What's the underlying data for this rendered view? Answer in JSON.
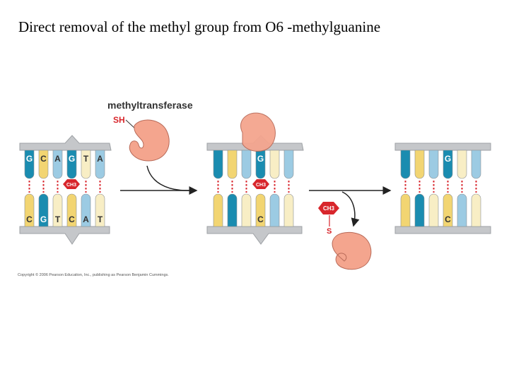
{
  "title": "Direct removal of the methyl group from O6 -methylguanine",
  "diagram": {
    "enzyme_label": "methyltransferase",
    "sh_label": "SH",
    "s_label": "S",
    "ch3_label": "CH3",
    "panel1": {
      "top_bases": [
        "G",
        "C",
        "A",
        "G",
        "T",
        "A"
      ],
      "bottom_bases": [
        "C",
        "G",
        "T",
        "C",
        "A",
        "T"
      ]
    },
    "panel2": {
      "top_base": "G",
      "bottom_base": "C"
    },
    "panel3": {
      "top_base": "G",
      "bottom_base": "C"
    }
  },
  "colors": {
    "G": "#1a8cb0",
    "C": "#f2d572",
    "A": "#9ccbe3",
    "T": "#f8eec5",
    "backbone": "#c5c7ca",
    "methyl": "#d8262c",
    "enzyme": "#f4a58e"
  },
  "copyright": "Copyright © 2006 Pearson Education, Inc., publishing as Pearson Benjamin Cummings."
}
